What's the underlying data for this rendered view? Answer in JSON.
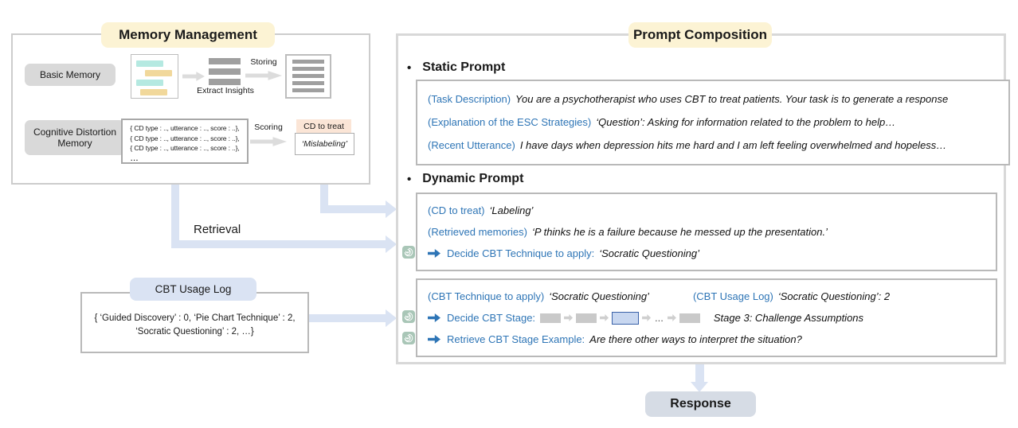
{
  "memory_management": {
    "title": "Memory Management",
    "basic_memory_label": "Basic Memory",
    "extract_insights_label": "Extract Insights",
    "storing_label": "Storing",
    "cognitive_distortion_label": "Cognitive Distortion Memory",
    "cd_entries": [
      "{ CD type : .., utterance : .., score : ..},",
      "{ CD type : .., utterance : .., score : ..},",
      "{ CD type : .., utterance : .., score : ..},"
    ],
    "cd_entries_ellipsis": "...",
    "scoring_label": "Scoring",
    "cd_to_treat_label": "CD to treat",
    "cd_to_treat_value": "‘Mislabeling’"
  },
  "retrieval_label": "Retrieval",
  "cbt_usage_log": {
    "title": "CBT Usage Log",
    "line1": "{ ‘Guided Discovery’ : 0,  ‘Pie Chart Technique’ : 2,",
    "line2": "‘Socratic Questioning’ : 2, …}"
  },
  "prompt_composition": {
    "title": "Prompt Composition",
    "bullet": "•",
    "static_heading": "Static Prompt",
    "static_lines": [
      {
        "label": "(Task Description)",
        "text": "You are a psychotherapist who uses CBT to treat patients. Your task is to generate a response"
      },
      {
        "label": "(Explanation of the ESC Strategies)",
        "text": "‘Question’: Asking for information related to the problem to help…"
      },
      {
        "label": "(Recent Utterance)",
        "text": "I have days when depression hits me hard and I am left feeling overwhelmed and hopeless…"
      }
    ],
    "dynamic_heading": "Dynamic Prompt",
    "dynamic_box1": {
      "cd_label": "(CD to treat)",
      "cd_value": "‘Labeling’",
      "mem_label": "(Retrieved memories)",
      "mem_value": "‘P thinks he is a failure because he messed up the presentation.’",
      "decide_label": "Decide CBT Technique to apply:",
      "decide_value": "‘Socratic Questioning’"
    },
    "dynamic_box2": {
      "tech_label": "(CBT Technique to apply)",
      "tech_value": "‘Socratic Questioning’",
      "log_label": "(CBT Usage Log)",
      "log_value": "‘Socratic Questioning’: 2",
      "stage_label": "Decide CBT Stage:",
      "stage_ellipsis": "...",
      "stage_value": "Stage 3: Challenge Assumptions",
      "example_label": "Retrieve CBT Stage Example:",
      "example_value": "Are there other ways to interpret the situation?"
    }
  },
  "response_label": "Response",
  "colors": {
    "accent_blue_text": "#2e75b6",
    "title_badge_bg": "#fcf3d4",
    "connector_blue": "#dae3f3",
    "label_gray_bg": "#d9d9d9",
    "cd_to_treat_bg": "#fbe5d6",
    "usage_log_header_bg": "#dae3f3",
    "response_bg": "#d6dce5",
    "stage_highlight_bg": "#c8d7f0",
    "stage_highlight_border": "#3a62a8",
    "llm_icon_bg": "#a9c6b7"
  }
}
